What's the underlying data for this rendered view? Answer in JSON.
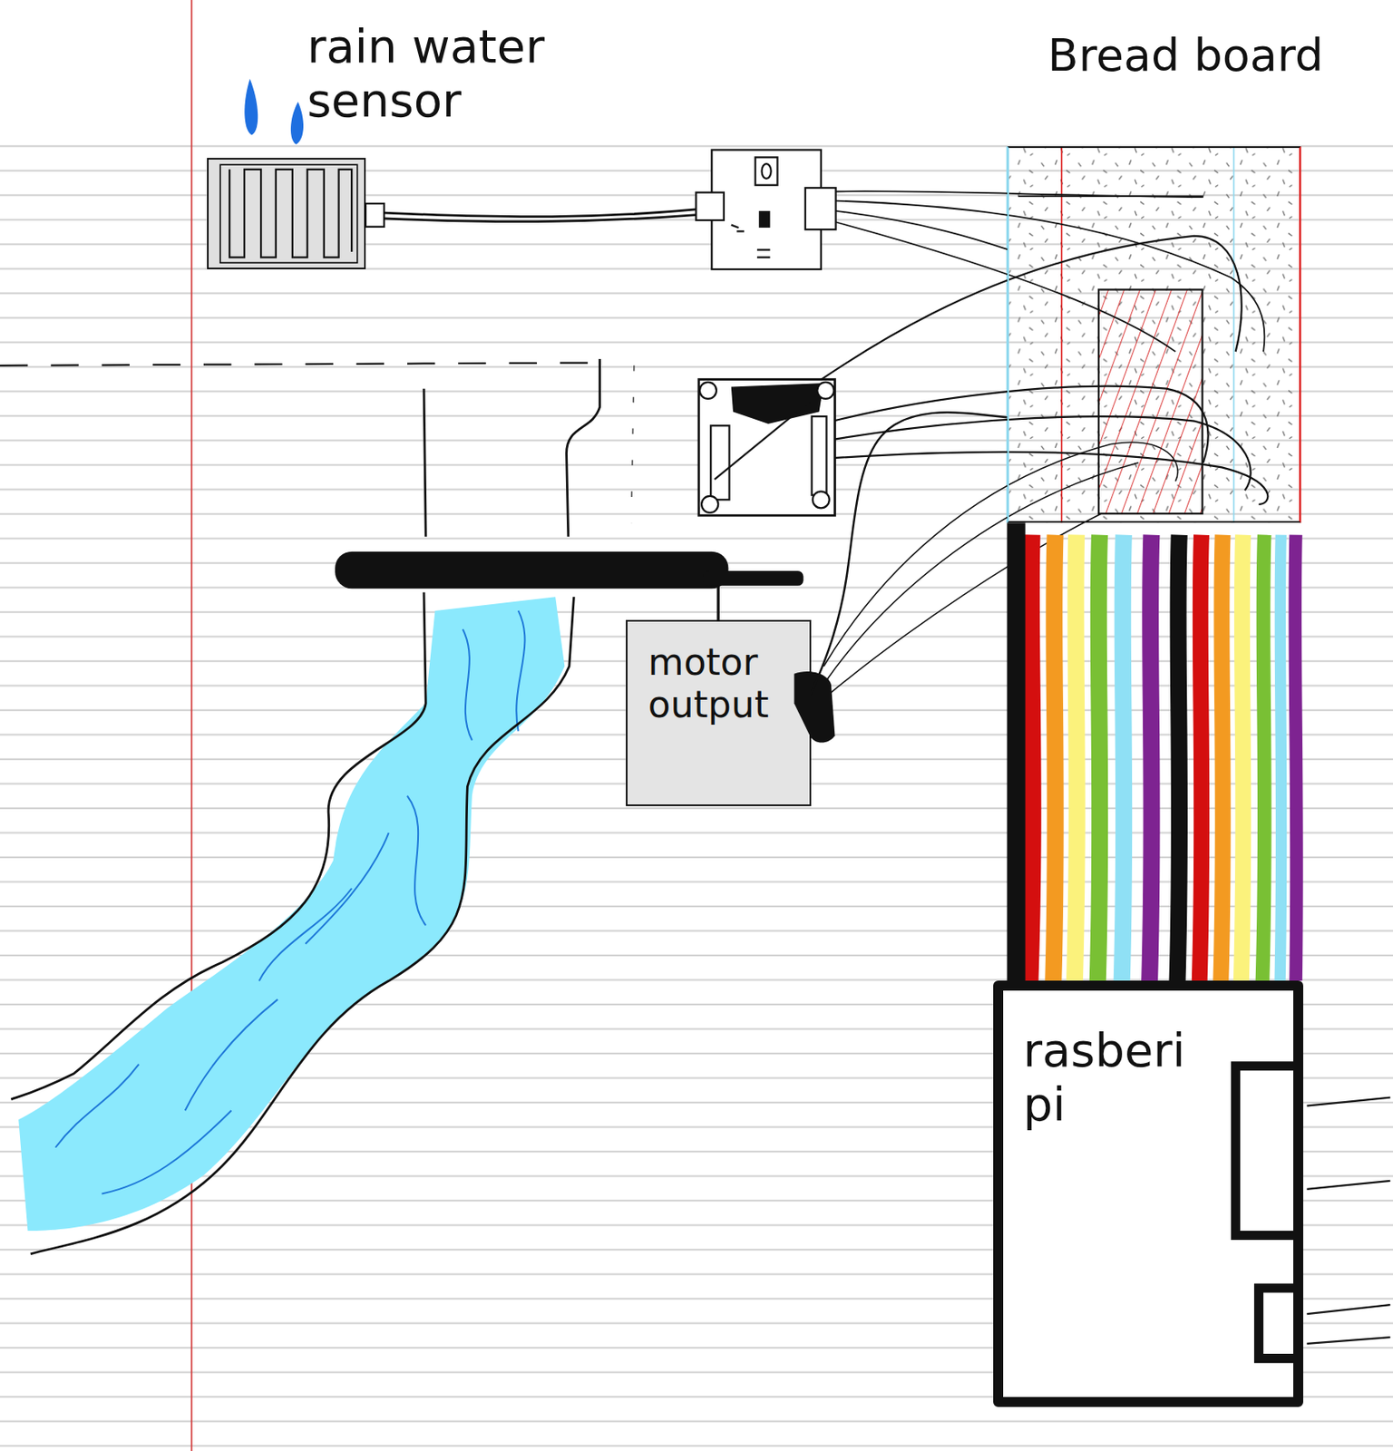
{
  "diagram": {
    "nodes": [
      {
        "text": [
          "rain water sensor"
        ]
      },
      {
        "text": [
          "Bread board"
        ]
      },
      {
        "text": [
          "motor output"
        ]
      },
      {
        "text": [
          "rasberi pi"
        ]
      }
    ],
    "edges": [
      {
        "from": 2,
        "to": 1,
        "arrow": "none"
      },
      {
        "from": 3,
        "to": 1,
        "arrow": "none"
      }
    ]
  }
}
